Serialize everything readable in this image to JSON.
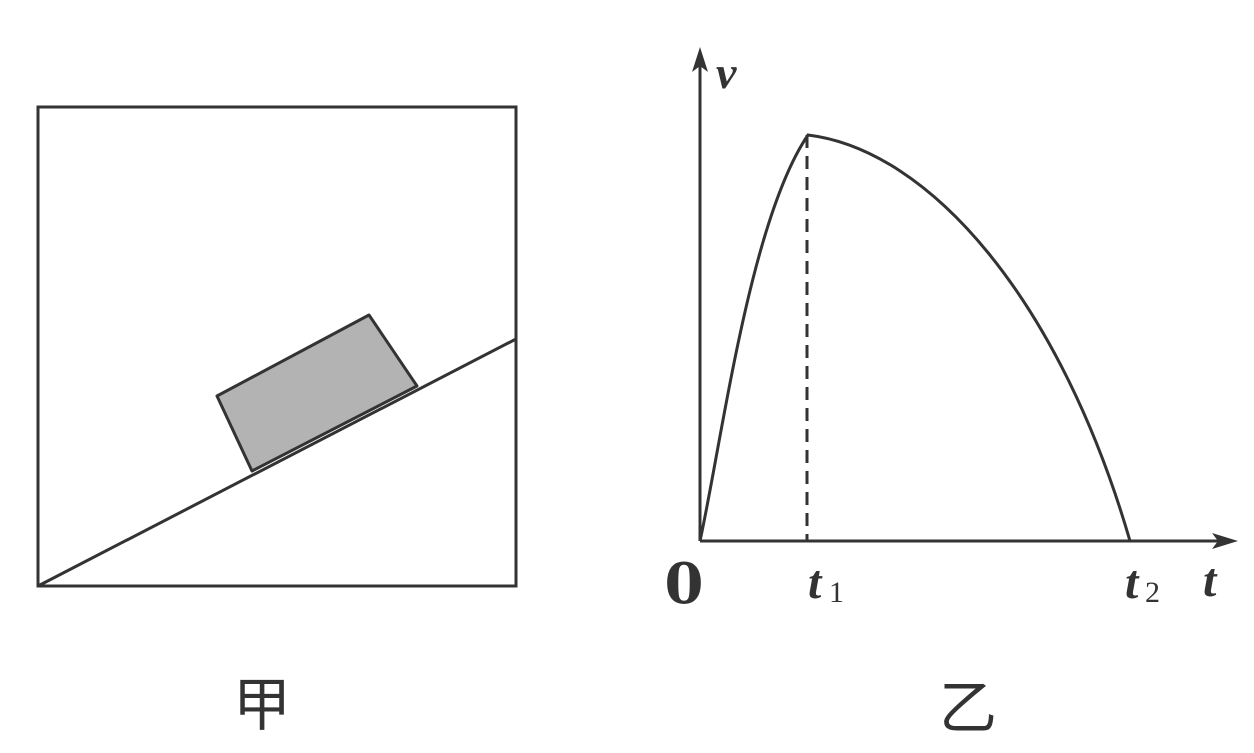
{
  "panel_left": {
    "caption": "甲"
  },
  "panel_right": {
    "caption": "乙",
    "y_axis_label": "v",
    "x_axis_label": "t",
    "origin_label": "0",
    "t1_label": {
      "base": "t",
      "sub": "1"
    },
    "t2_label": {
      "base": "t",
      "sub": "2"
    }
  },
  "colors": {
    "stroke": "#333333",
    "block_fill": "#b3b3b3"
  }
}
